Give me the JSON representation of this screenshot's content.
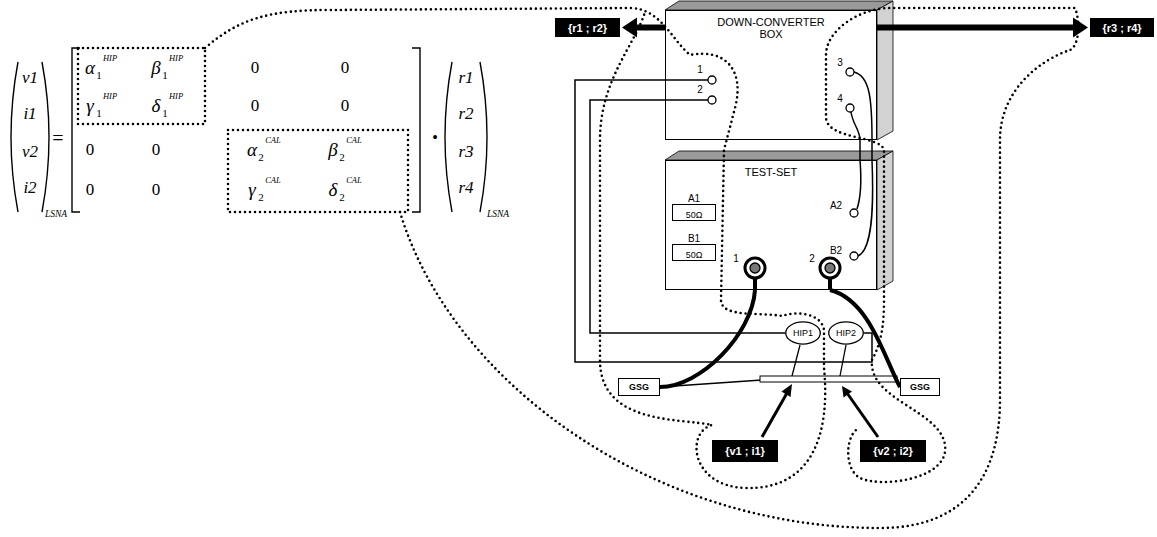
{
  "diagram": {
    "nodes": [
      {
        "text": [
          "DOWN-CONVERTER BOX"
        ]
      },
      {
        "text": [
          "TEST-SET"
        ]
      },
      {
        "text": [
          "A1",
          "50Ω"
        ],
        "in": 1
      },
      {
        "text": [
          "B1",
          "50Ω"
        ],
        "in": 1
      },
      {
        "text": [
          "HIP1"
        ]
      },
      {
        "text": [
          "HIP2"
        ]
      },
      {
        "text": [
          "GSG"
        ]
      },
      {
        "text": [
          "GSG"
        ]
      },
      {
        "text": [
          "{r1 ; r2}"
        ]
      },
      {
        "text": [
          "{r3 ; r4}"
        ]
      },
      {
        "text": [
          "{v1 ; i1}"
        ]
      },
      {
        "text": [
          "{v2 ; i2}"
        ]
      }
    ],
    "edges": [
      {
        "from": 1,
        "to": 6,
        "arrow": "none"
      },
      {
        "from": 1,
        "to": 7,
        "arrow": "none"
      },
      {
        "from": 0,
        "to": 4,
        "arrow": "none"
      },
      {
        "from": 0,
        "to": 5,
        "arrow": "none"
      },
      {
        "from": 0,
        "to": 1,
        "arrow": "none"
      },
      {
        "from": 0,
        "to": 1,
        "arrow": "none"
      },
      {
        "from": 0,
        "to": 8,
        "arrow": "to"
      },
      {
        "from": 0,
        "to": 9,
        "arrow": "to"
      }
    ],
    "labels": [
      "v1",
      "i1",
      "v2",
      "i2",
      "LSNA",
      "=",
      "α",
      "1",
      "HIP",
      "β",
      "1",
      "HIP",
      "0",
      "0",
      "γ",
      "1",
      "HIP",
      "δ",
      "1",
      "HIP",
      "0",
      "0",
      "0",
      "0",
      "α",
      "2",
      "CAL",
      "β",
      "2",
      "CAL",
      "0",
      "0",
      "γ",
      "2",
      "CAL",
      "δ",
      "2",
      "CAL",
      "•",
      "r1",
      "r2",
      "r3",
      "r4",
      "LSNA",
      "1",
      "2",
      "3",
      "4",
      "A2",
      "B2",
      "1",
      "2"
    ]
  }
}
